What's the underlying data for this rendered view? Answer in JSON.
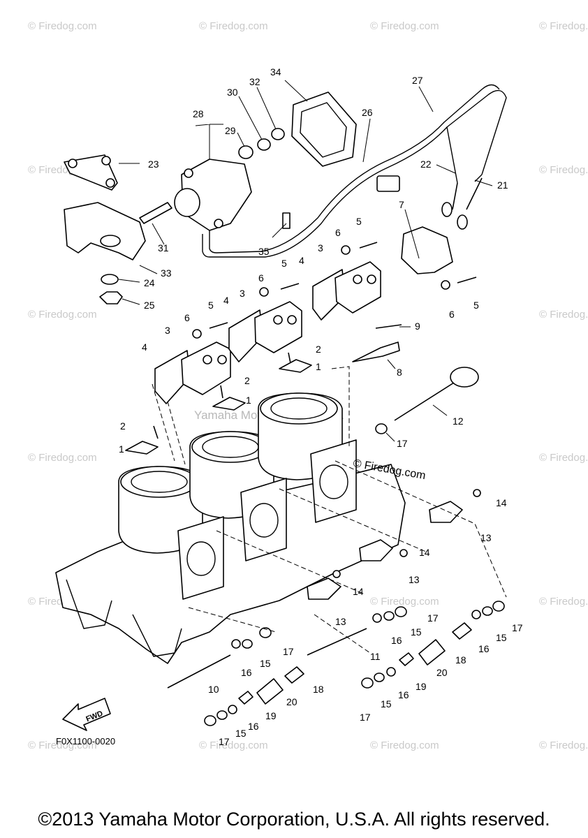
{
  "watermark": "© Firedog.com",
  "center_watermark": "Yamaha Motor Corp., U.S.A.",
  "firedog_mark": "© Firedog.com",
  "diagram_ref": "F0X1100-0020",
  "fwd_label": "FWD",
  "copyright": "©2013 Yamaha Motor Corporation, U.S.A. All rights reserved.",
  "labels": {
    "l1a": "1",
    "l1b": "1",
    "l1c": "1",
    "l2a": "2",
    "l2b": "2",
    "l2c": "2",
    "l3a": "3",
    "l3b": "3",
    "l3c": "3",
    "l4a": "4",
    "l4b": "4",
    "l4c": "4",
    "l5a": "5",
    "l5b": "5",
    "l5c": "5",
    "l5d": "5",
    "l6a": "6",
    "l6b": "6",
    "l6c": "6",
    "l6d": "6",
    "l7": "7",
    "l8": "8",
    "l9": "9",
    "l10": "10",
    "l11": "11",
    "l12": "12",
    "l13a": "13",
    "l13b": "13",
    "l13c": "13",
    "l14a": "14",
    "l14b": "14",
    "l14c": "14",
    "l15a": "15",
    "l15b": "15",
    "l15c": "15",
    "l15d": "15",
    "l15e": "15",
    "l16a": "16",
    "l16b": "16",
    "l16c": "16",
    "l16d": "16",
    "l16e": "16",
    "l17a": "17",
    "l17b": "17",
    "l17c": "17",
    "l17d": "17",
    "l17e": "17",
    "l17f": "17",
    "l18a": "18",
    "l18b": "18",
    "l19a": "19",
    "l19b": "19",
    "l20a": "20",
    "l20b": "20",
    "l21": "21",
    "l22": "22",
    "l23": "23",
    "l24": "24",
    "l25": "25",
    "l26": "26",
    "l27": "27",
    "l28": "28",
    "l29": "29",
    "l30": "30",
    "l31": "31",
    "l32": "32",
    "l33": "33",
    "l34": "34",
    "l35": "35"
  }
}
